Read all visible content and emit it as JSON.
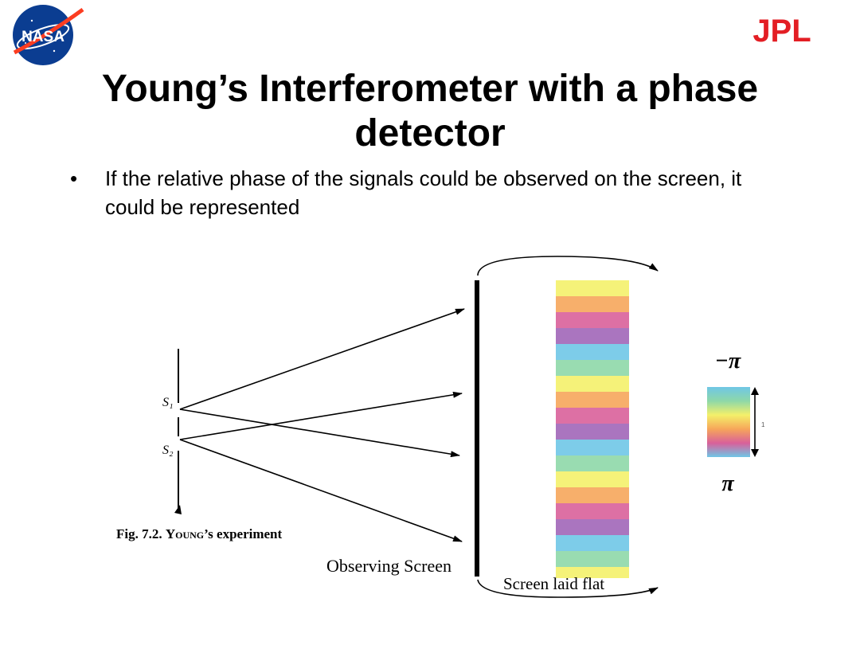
{
  "header": {
    "nasa_logo_text": "NASA",
    "jpl_logo_text": "JPL"
  },
  "title": "Young’s Interferometer with a phase detector",
  "bullet": {
    "marker": "•",
    "text": "If the relative phase of the signals could be observed on the screen, it could be represented"
  },
  "figure": {
    "slit1_label": "S₁",
    "slit2_label": "S₂",
    "caption_prefix": "Fig. 7.2. ",
    "caption_name": "Young",
    "caption_suffix": "’s experiment",
    "observing_screen_label": "Observing Screen",
    "screen_flat_label": "Screen laid flat",
    "scale_top_label": "−π",
    "scale_bottom_label": "π",
    "scale_tick_label": "1"
  },
  "colors": {
    "jpl_red": "#e31e24",
    "nasa_blue": "#0b3d91",
    "nasa_red": "#fc3d21",
    "fringe_cycle": [
      "#f4f06a",
      "#f6a65a",
      "#d9609a",
      "#a066b8",
      "#6fc6e6",
      "#8ed8a8"
    ]
  }
}
